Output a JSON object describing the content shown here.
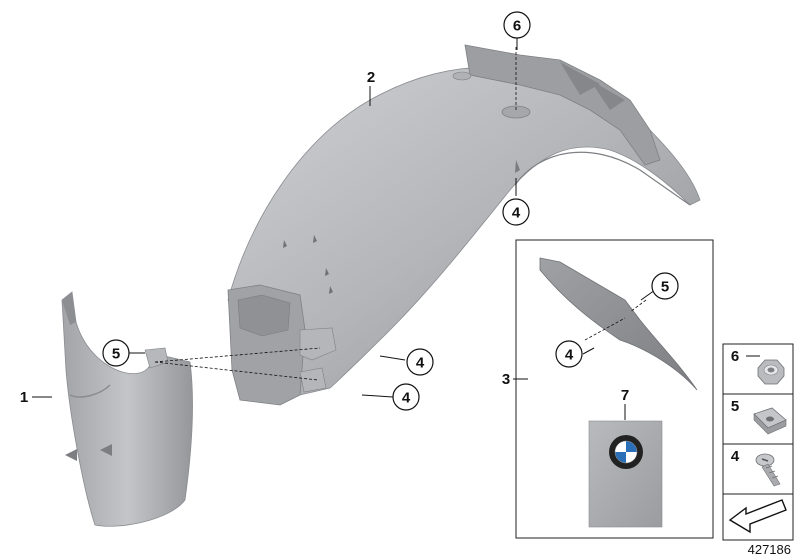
{
  "parts": [
    {
      "ref": "1",
      "name": "front-fender-section"
    },
    {
      "ref": "2",
      "name": "rear-fender"
    },
    {
      "ref": "3",
      "name": "cover-panel-kit"
    },
    {
      "ref": "4",
      "name": "screw"
    },
    {
      "ref": "5",
      "name": "clip-nut"
    },
    {
      "ref": "6",
      "name": "hex-nut"
    },
    {
      "ref": "7",
      "name": "sticker"
    }
  ],
  "callouts": {
    "c1": "1",
    "c2": "2",
    "c3": "3",
    "c4a": "4",
    "c4b": "4",
    "c4c": "4",
    "c4d": "4",
    "c5a": "5",
    "c5b": "5",
    "c6": "6",
    "c7": "7"
  },
  "legend": {
    "item6": "6",
    "item5": "5",
    "item4": "4"
  },
  "drawing_number": "427186",
  "colors": {
    "part_fill": "#a7a9ad",
    "part_light": "#c9cacd",
    "part_dark": "#7e8084",
    "line": "#111111",
    "box": "#222222"
  },
  "icons": {
    "logo": "bmw-roundel-logo",
    "arrow": "direction-arrow-icon"
  }
}
